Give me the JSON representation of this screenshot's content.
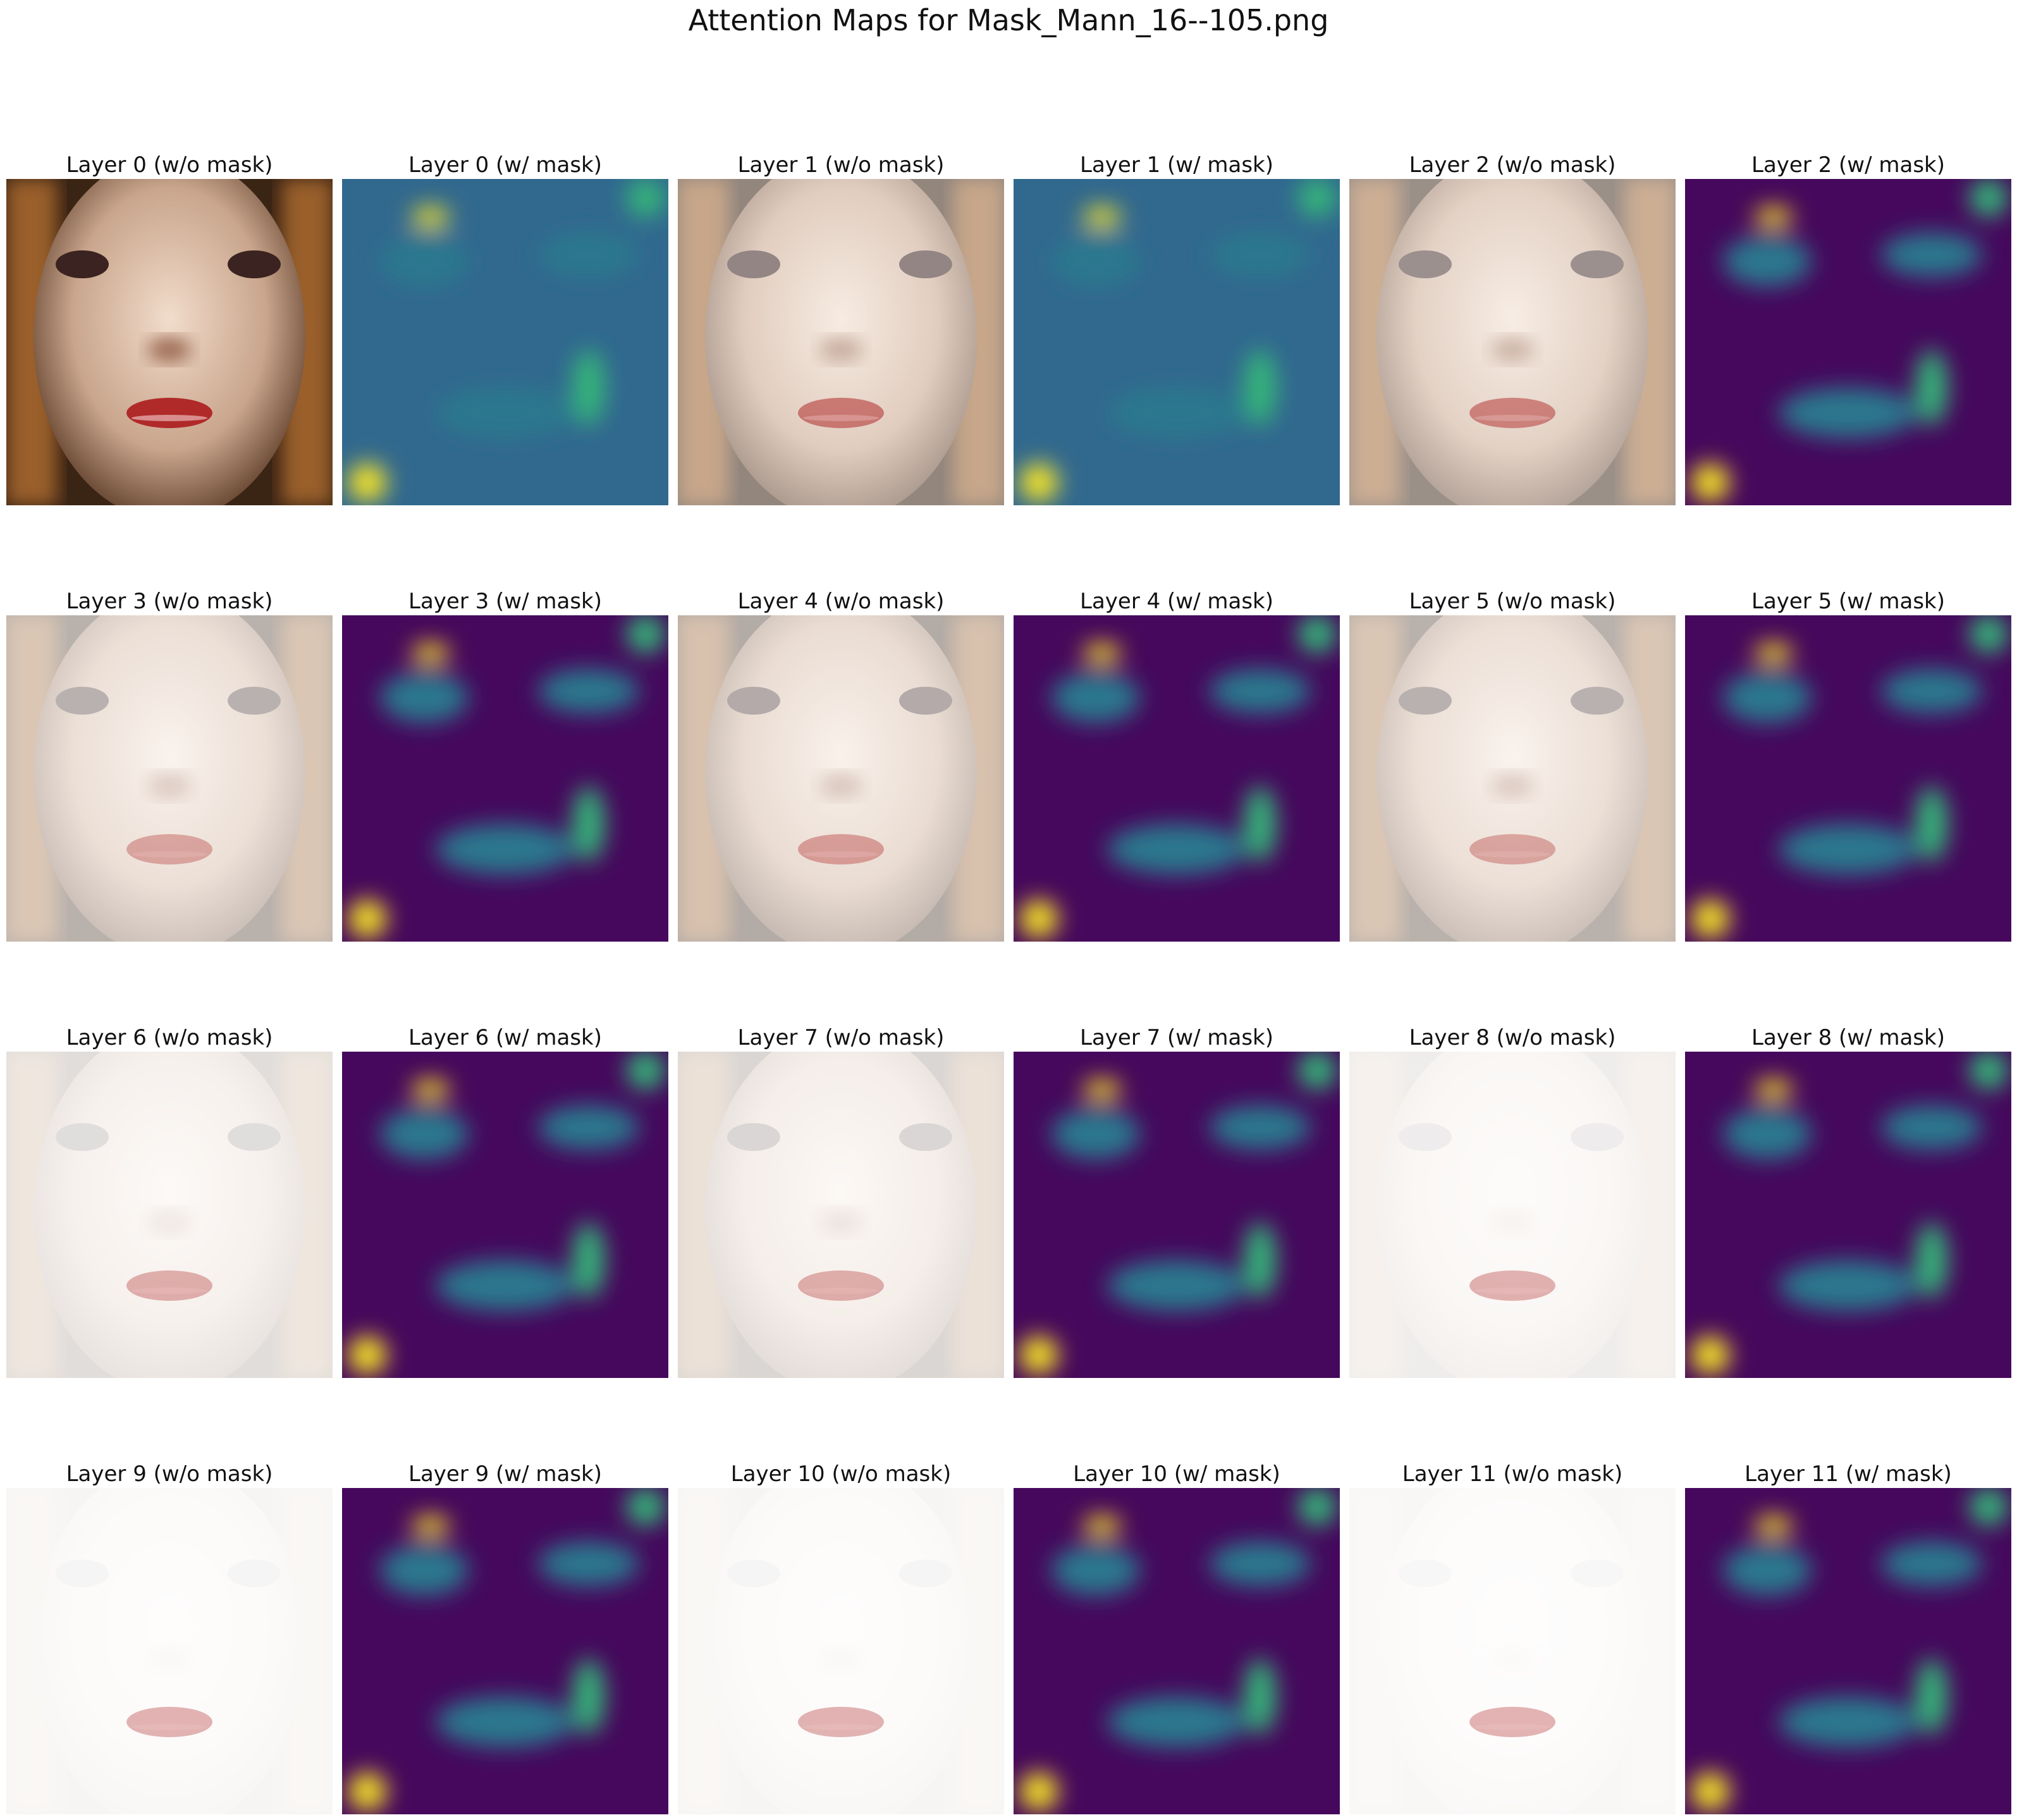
{
  "title": "Attention Maps for Mask_Mann_16--105.png",
  "colors": {
    "viridis_low": "#45085c",
    "viridis_mid": "#2a788e",
    "viridis_high": "#fde725",
    "lip_red": "#b02a2a",
    "skin": "#e8c9b3",
    "hair": "#9a5e2c"
  },
  "panels": [
    {
      "label": "Layer 0 (w/o mask)",
      "kind": "face",
      "brightness": 1.0
    },
    {
      "label": "Layer 0 (w/ mask)",
      "kind": "heatmap"
    },
    {
      "label": "Layer 1 (w/o mask)",
      "kind": "face",
      "brightness": 0.55
    },
    {
      "label": "Layer 1 (w/ mask)",
      "kind": "heatmap"
    },
    {
      "label": "Layer 2 (w/o mask)",
      "kind": "face",
      "brightness": 0.5
    },
    {
      "label": "Layer 2 (w/ mask)",
      "kind": "heatmap"
    },
    {
      "label": "Layer 3 (w/o mask)",
      "kind": "face",
      "brightness": 0.35
    },
    {
      "label": "Layer 3 (w/ mask)",
      "kind": "heatmap"
    },
    {
      "label": "Layer 4 (w/o mask)",
      "kind": "face",
      "brightness": 0.38
    },
    {
      "label": "Layer 4 (w/ mask)",
      "kind": "heatmap"
    },
    {
      "label": "Layer 5 (w/o mask)",
      "kind": "face",
      "brightness": 0.35
    },
    {
      "label": "Layer 5 (w/ mask)",
      "kind": "heatmap"
    },
    {
      "label": "Layer 6 (w/o mask)",
      "kind": "face",
      "brightness": 0.15
    },
    {
      "label": "Layer 6 (w/ mask)",
      "kind": "heatmap"
    },
    {
      "label": "Layer 7 (w/o mask)",
      "kind": "face",
      "brightness": 0.18
    },
    {
      "label": "Layer 7 (w/ mask)",
      "kind": "heatmap"
    },
    {
      "label": "Layer 8 (w/o mask)",
      "kind": "face",
      "brightness": 0.08
    },
    {
      "label": "Layer 8 (w/ mask)",
      "kind": "heatmap"
    },
    {
      "label": "Layer 9 (w/o mask)",
      "kind": "face",
      "brightness": 0.04
    },
    {
      "label": "Layer 9 (w/ mask)",
      "kind": "heatmap"
    },
    {
      "label": "Layer 10 (w/o mask)",
      "kind": "face",
      "brightness": 0.04
    },
    {
      "label": "Layer 10 (w/ mask)",
      "kind": "heatmap"
    },
    {
      "label": "Layer 11 (w/o mask)",
      "kind": "face",
      "brightness": 0.03
    },
    {
      "label": "Layer 11 (w/ mask)",
      "kind": "heatmap"
    }
  ]
}
